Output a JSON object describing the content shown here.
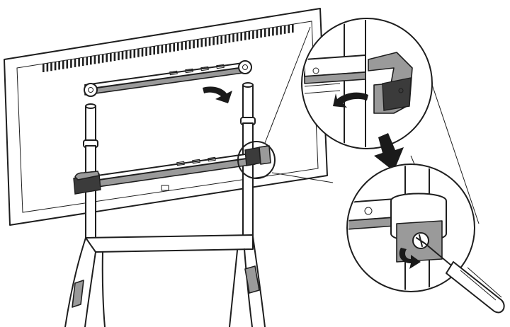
{
  "figure": {
    "steps": [
      {
        "action": "place-wall-bracket-onto-stand",
        "icon": "curved-down-arrow-icon"
      },
      {
        "action": "rotate-clamp-to-close",
        "icon": "rotate-arrow-icon"
      },
      {
        "action": "tighten-screw-clockwise",
        "icon": "screwdriver-icon"
      }
    ],
    "colors": {
      "line": "#1e1e1e",
      "part_fill": "#9a9a9a",
      "arrow_fill": "#1a1a1a",
      "background": "#ffffff"
    }
  }
}
